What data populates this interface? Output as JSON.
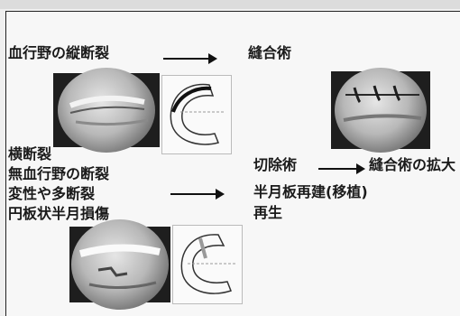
{
  "slide": {
    "row1": {
      "left_label": "血行野の縦断裂",
      "right_label": "縫合術"
    },
    "row2": {
      "left_lines": [
        "横断裂",
        "無血行野の断裂",
        "変性や多断裂",
        "円板状半月損傷"
      ],
      "right_line1_a": "切除術",
      "right_line1_b": "縫合術の拡大",
      "right_line2": "半月板再建(移植)",
      "right_line3": "再生"
    }
  }
}
